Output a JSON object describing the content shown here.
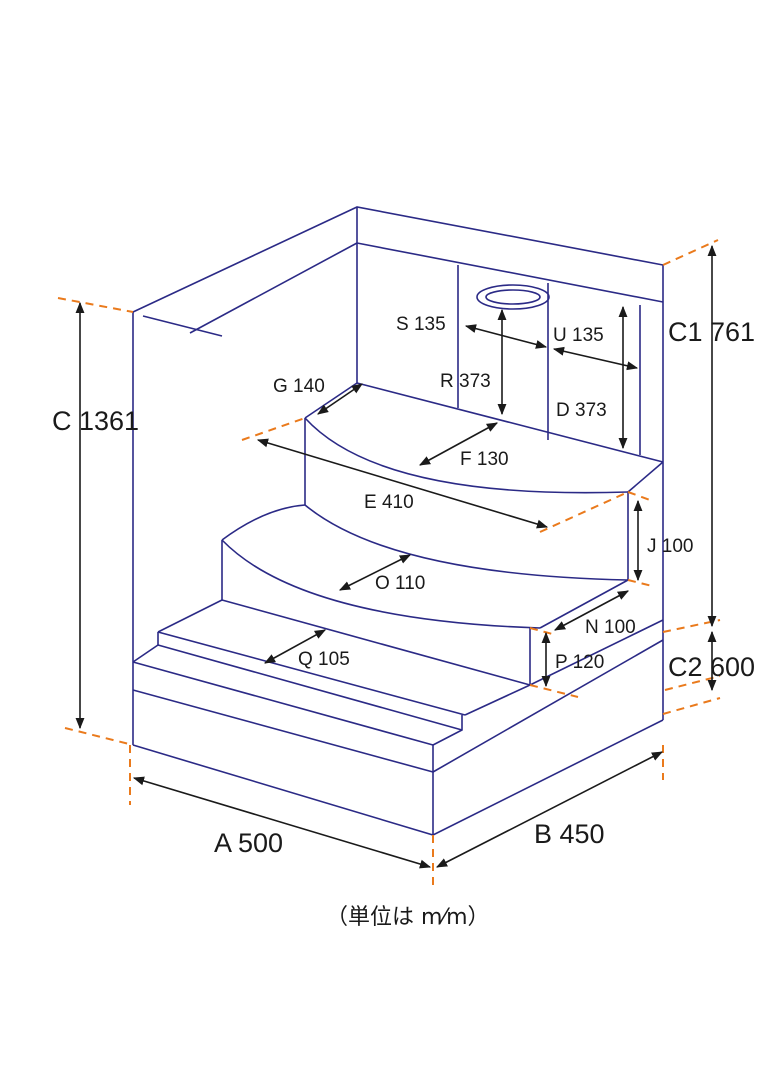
{
  "labels": {
    "C": "C 1361",
    "C1": "C1 761",
    "C2": "C2 600",
    "A": "A 500",
    "B": "B 450",
    "S": "S 135",
    "U": "U 135",
    "R": "R 373",
    "D": "D 373",
    "G": "G 140",
    "F": "F 130",
    "E": "E 410",
    "J": "J 100",
    "O": "O 110",
    "N": "N 100",
    "P": "P 120",
    "Q": "Q 105"
  },
  "unit_note": "（単位は m⁄m）",
  "colors": {
    "outline": "#2b2a86",
    "guide": "#ea7a1c",
    "dimension": "#1a1a1a"
  }
}
